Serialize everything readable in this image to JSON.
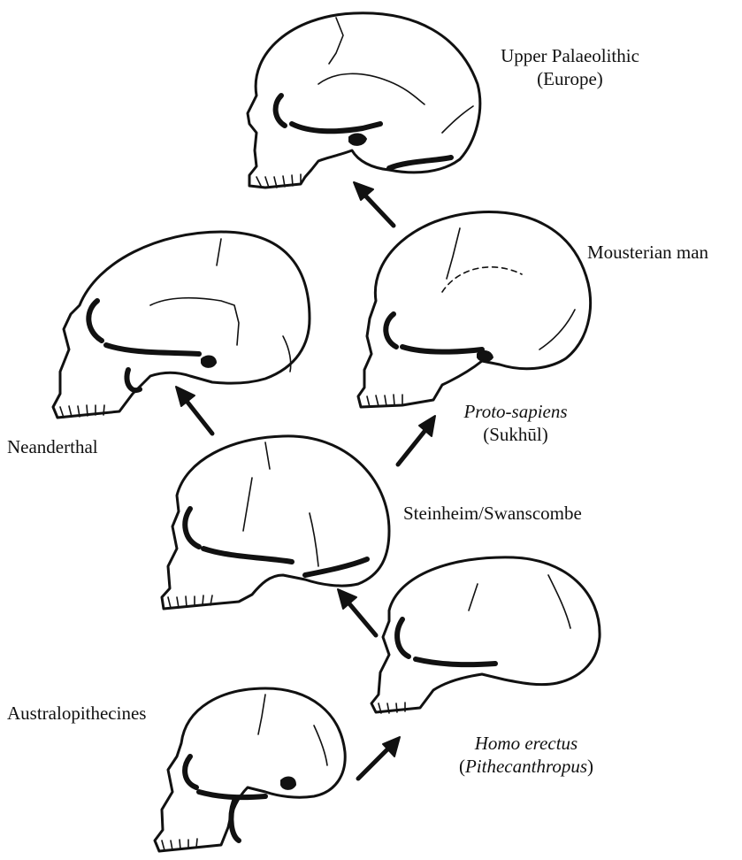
{
  "labels": {
    "upper_palaeolithic_line1": "Upper Palaeolithic",
    "upper_palaeolithic_line2": "(Europe)",
    "mousterian": "Mousterian man",
    "neanderthal": "Neanderthal",
    "proto_sapiens_line1": "Proto-sapiens",
    "proto_sapiens_line2": "(Sukhūl)",
    "steinheim": "Steinheim/Swanscombe",
    "australopithecines": "Australopithecines",
    "homo_erectus_line1": "Homo erectus",
    "homo_erectus_line2_open": "(",
    "homo_erectus_line2_italic": "Pithecanthropus",
    "homo_erectus_line2_close": ")"
  },
  "colors": {
    "ink": "#111111",
    "paper": "#ffffff"
  },
  "icons": {
    "skulls": [
      "upper-palaeolithic-skull",
      "mousterian-skull",
      "neanderthal-skull",
      "steinheim-skull",
      "homo-erectus-skull",
      "australopithecine-skull"
    ],
    "arrows": [
      "arrow-to-upper-palaeolithic",
      "arrow-to-neanderthal",
      "arrow-to-mousterian",
      "arrow-to-steinheim",
      "arrow-to-homo-erectus"
    ]
  }
}
